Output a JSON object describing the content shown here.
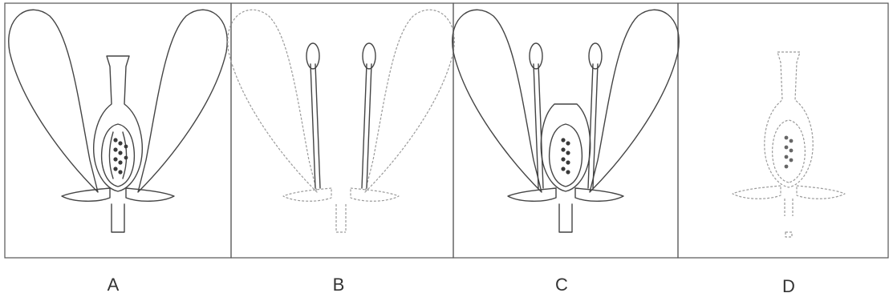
{
  "panels": [
    {
      "id": "A",
      "label": "A"
    },
    {
      "id": "B",
      "label": "B"
    },
    {
      "id": "C",
      "label": "C"
    },
    {
      "id": "D",
      "label": "D"
    }
  ],
  "colors": {
    "line": "#444444",
    "faint_line": "#9a9a9a",
    "frame": "#555555",
    "background": "#ffffff"
  }
}
